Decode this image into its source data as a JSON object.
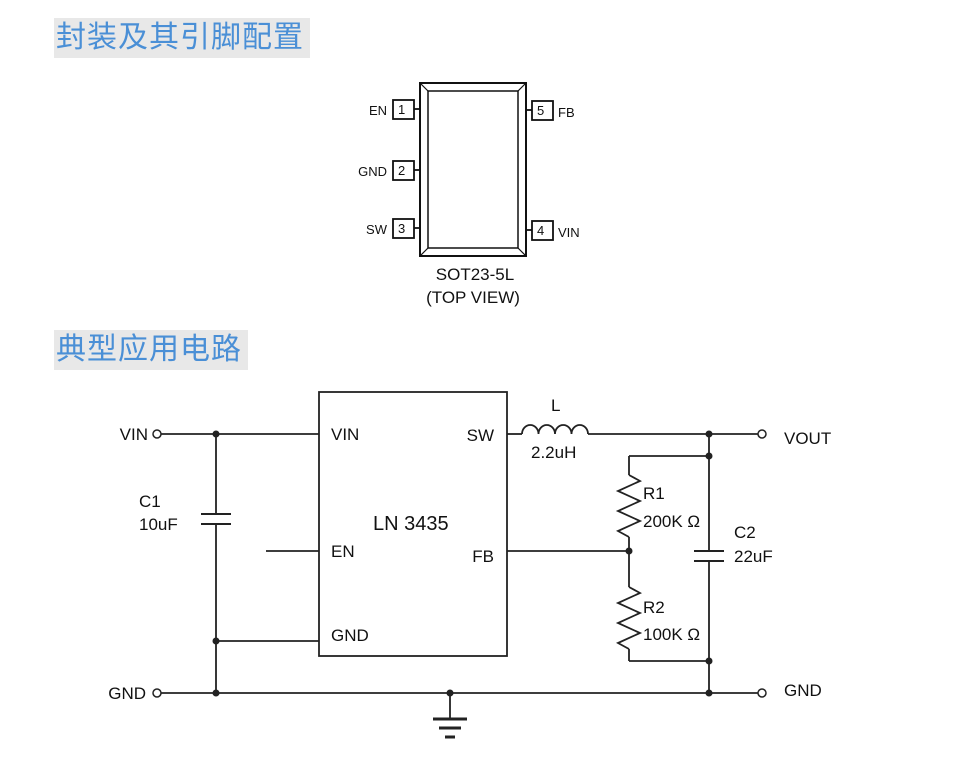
{
  "headings": {
    "package": "封装及其引脚配置",
    "application": "典型应用电路"
  },
  "package": {
    "pins": [
      {
        "num": "1",
        "name": "EN"
      },
      {
        "num": "2",
        "name": "GND"
      },
      {
        "num": "3",
        "name": "SW"
      },
      {
        "num": "4",
        "name": "VIN"
      },
      {
        "num": "5",
        "name": "FB"
      }
    ],
    "caption_line1": "SOT23-5L",
    "caption_line2": "(TOP VIEW)"
  },
  "schematic": {
    "chip_name": "LN 3435",
    "chip_pins": {
      "vin": "VIN",
      "en": "EN",
      "gnd": "GND",
      "sw": "SW",
      "fb": "FB"
    },
    "terminals": {
      "vin_in": "VIN",
      "gnd_in": "GND",
      "vout": "VOUT",
      "gnd_out": "GND"
    },
    "inductor": {
      "name": "L",
      "value": "2.2uH"
    },
    "c1": {
      "name": "C1",
      "value": "10uF"
    },
    "c2": {
      "name": "C2",
      "value": "22uF"
    },
    "r1": {
      "name": "R1",
      "value": "200K Ω"
    },
    "r2": {
      "name": "R2",
      "value": "100K Ω"
    }
  }
}
